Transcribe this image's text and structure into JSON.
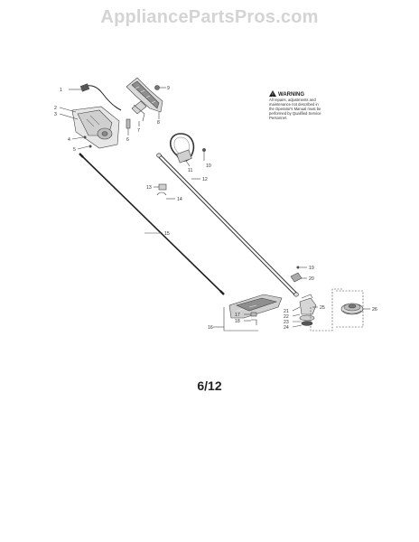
{
  "watermark": "AppliancePartsPros.com",
  "warning": {
    "title": "WARNING",
    "lines": [
      "All repairs, adjustments and",
      "maintenance not described in",
      "the Operator's Manual must be",
      "performed by Qualified Service",
      "Personnel."
    ]
  },
  "page_number": "6/12",
  "callouts": [
    "1",
    "2",
    "3",
    "4",
    "5",
    "6",
    "7",
    "8",
    "9",
    "10",
    "11",
    "12",
    "13",
    "14",
    "15",
    "16",
    "17",
    "18",
    "19",
    "20",
    "21",
    "22",
    "23",
    "24",
    "25",
    "26"
  ]
}
